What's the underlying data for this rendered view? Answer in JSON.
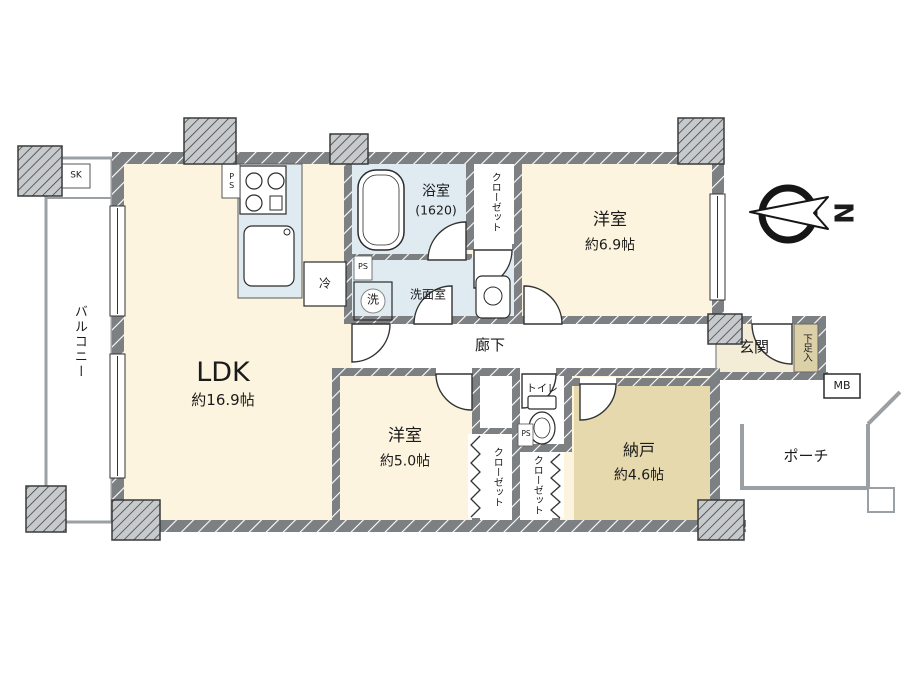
{
  "colors": {
    "wall_gray": "#7d8083",
    "wall_hatch": "#ffffff",
    "pillar_base": "#c7cacc",
    "pillar_hatch": "#3a3a3a",
    "room_cream": "#fcf4de",
    "room_water_blue": "#dfebf1",
    "room_storage_tan": "#e6d9ae",
    "room_entrance_beige": "#f3edd8",
    "shoe_box_tan": "#dbd0a8",
    "outline_dark": "#2b2b2b",
    "balcony_gray": "#9aa0a3"
  },
  "compass": {
    "north_letter": "N"
  },
  "rooms": {
    "balcony": {
      "label": "バルコニー"
    },
    "sk": {
      "label": "SK"
    },
    "ldk": {
      "name": "LDK",
      "size": "約16.9帖"
    },
    "kitchen": {
      "ps": "PS"
    },
    "bath": {
      "name": "浴室",
      "size": "(1620)",
      "ps": "PS"
    },
    "washroom": {
      "name": "洗面室",
      "washer": "洗"
    },
    "fridge": {
      "label": "冷"
    },
    "closet_top": {
      "label": "クローゼット"
    },
    "bedroom1": {
      "name": "洋室",
      "size": "約6.9帖"
    },
    "hallway": {
      "label": "廊下"
    },
    "toilet": {
      "name": "トイレ",
      "ps": "PS"
    },
    "bedroom2": {
      "name": "洋室",
      "size": "約5.0帖"
    },
    "closet_left": {
      "label": "クローゼット"
    },
    "closet_right": {
      "label": "クローゼット"
    },
    "storage": {
      "name": "納戸",
      "size": "約4.6帖"
    },
    "entrance": {
      "name": "玄関",
      "shoe_box": "下足入"
    },
    "mb": {
      "label": "MB"
    },
    "porch": {
      "label": "ポーチ"
    }
  }
}
